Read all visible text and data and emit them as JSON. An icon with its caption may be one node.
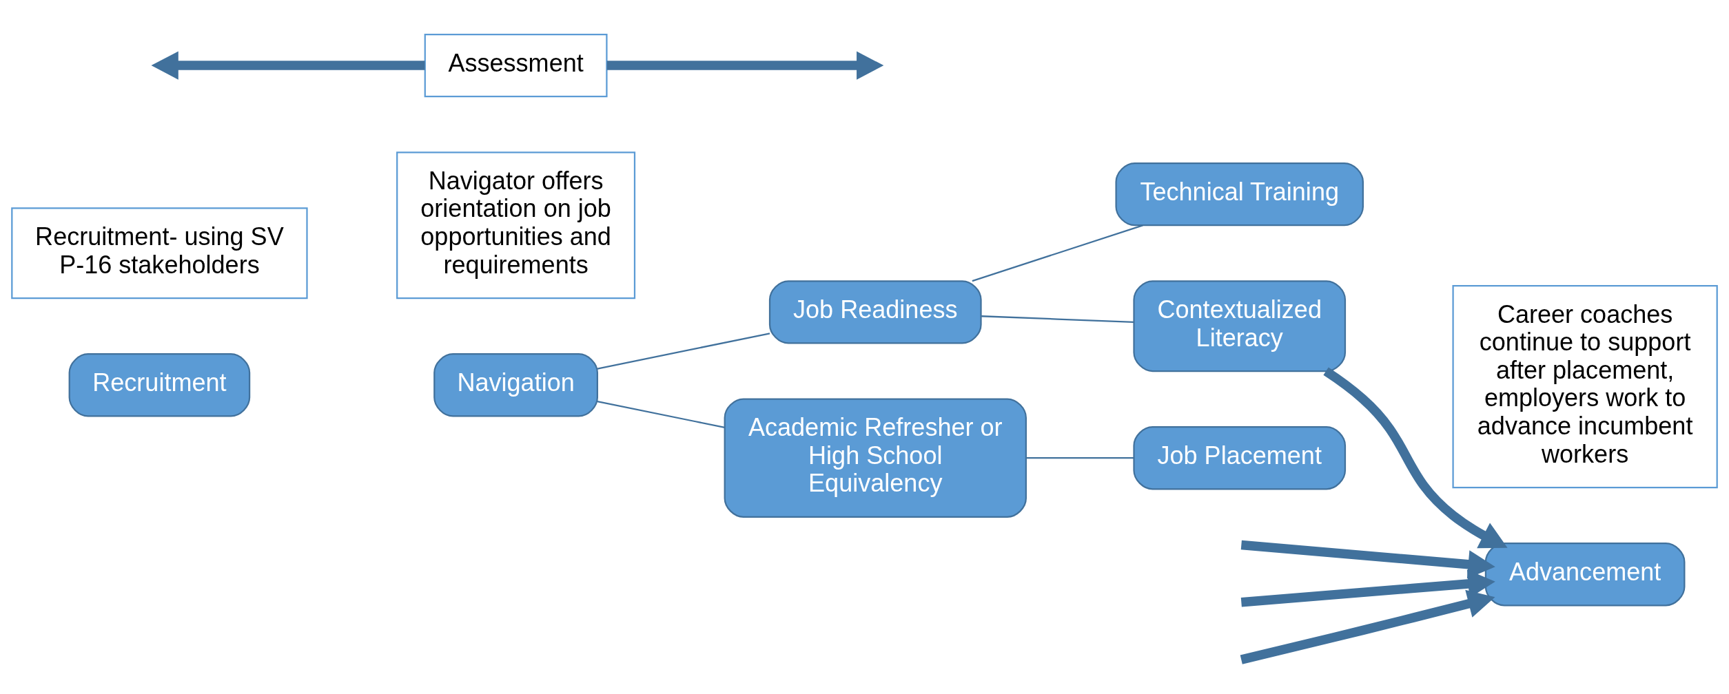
{
  "diagram": {
    "nodes": [
      {
        "text": [
          "Recruitment- using SV P-16 stakeholders"
        ]
      },
      {
        "text": [
          "Navigator offers orientation on job opportunities and requirements"
        ]
      },
      {
        "text": [
          "Technical Training"
        ]
      },
      {
        "text": [
          "Recruitment"
        ]
      },
      {
        "text": [
          "Navigation"
        ]
      },
      {
        "text": [
          "Job Readiness"
        ]
      },
      {
        "text": [
          "Contextualized Literacy"
        ]
      },
      {
        "text": [
          "Advancement"
        ]
      },
      {
        "text": [
          "Academic Refresher or High School Equivalency"
        ]
      },
      {
        "text": [
          "Job Placement"
        ]
      },
      {
        "text": [
          "Career coaches continue to support after placement, employers work to advance incumbent workers"
        ]
      },
      {
        "text": [
          "Assessment"
        ]
      }
    ],
    "edges": [
      {
        "from": 4,
        "to": 5,
        "arrow": "none"
      },
      {
        "from": 4,
        "to": 8,
        "arrow": "none"
      },
      {
        "from": 5,
        "to": 2,
        "arrow": "none"
      },
      {
        "from": 5,
        "to": 6,
        "arrow": "none"
      },
      {
        "from": 8,
        "to": 9,
        "arrow": "none"
      },
      {
        "from": 6,
        "to": 7,
        "arrow": "to"
      },
      {
        "from": null,
        "to": 7,
        "arrow": "to"
      },
      {
        "from": null,
        "to": 7,
        "arrow": "to"
      },
      {
        "from": null,
        "to": 7,
        "arrow": "to"
      },
      {
        "from": 11,
        "to": null,
        "arrow": "to"
      },
      {
        "from": 11,
        "to": null,
        "arrow": "to"
      }
    ]
  }
}
